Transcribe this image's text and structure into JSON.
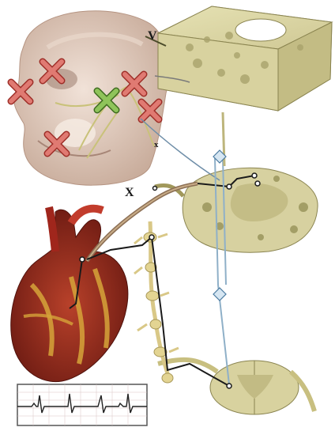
{
  "labels": {
    "nerve_v": "V",
    "nerve_x_face": "x",
    "nerve_x_vagus": "X"
  },
  "markers": {
    "inhibited_color": "#d9534f",
    "active_color": "#6cab3a"
  },
  "icons": [
    "cross-marker-icon",
    "check-marker-icon",
    "connector-arrow-icon"
  ]
}
